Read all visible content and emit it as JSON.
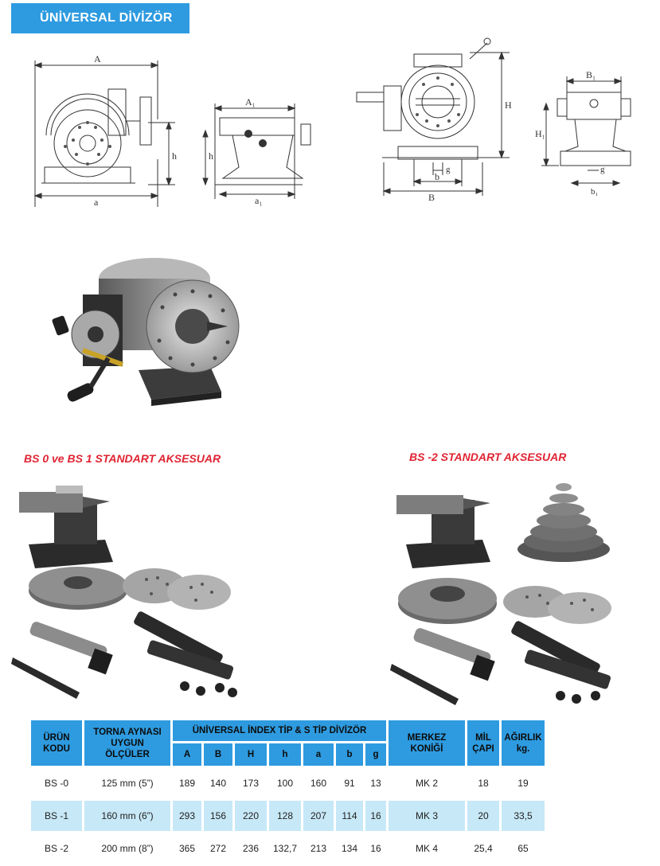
{
  "title": "ÜNİVERSAL DİVİZÖR",
  "dimension_labels": {
    "A": "A",
    "a": "a",
    "h": "h",
    "A1": "A₁",
    "a1": "a₁",
    "h_side": "h",
    "H": "H",
    "B": "B",
    "b": "b",
    "g": "g",
    "B1": "B₁",
    "H1": "H₁",
    "b1": "b₁",
    "g2": "g"
  },
  "sections": {
    "left_title": "BS 0 ve BS 1  STANDART AKSESUAR",
    "right_title": "BS -2  STANDART AKSESUAR"
  },
  "table": {
    "headers": {
      "product_code": [
        "ÜRÜN",
        "KODU"
      ],
      "chuck": [
        "TORNA AYNASI",
        "UYGUN",
        "ÖLÇÜLER"
      ],
      "group": "ÜNİVERSAL İNDEX TİP & S TİP DİVİZÖR",
      "dims": [
        "A",
        "B",
        "H",
        "h",
        "a",
        "b",
        "g"
      ],
      "center": [
        "MERKEZ",
        "KONİĞİ"
      ],
      "shaft": [
        "MİL",
        "ÇAPI"
      ],
      "weight": [
        "AĞIRLIK",
        "kg."
      ]
    },
    "rows": [
      {
        "code": "BS -0",
        "chuck": "125 mm (5”)",
        "A": "189",
        "B": "140",
        "H": "173",
        "h": "100",
        "a": "160",
        "b": "91",
        "g": "13",
        "center": "MK 2",
        "shaft": "18",
        "weight": "19"
      },
      {
        "code": "BS -1",
        "chuck": "160 mm (6”)",
        "A": "293",
        "B": "156",
        "H": "220",
        "h": "128",
        "a": "207",
        "b": "114",
        "g": "16",
        "center": "MK 3",
        "shaft": "20",
        "weight": "33,5"
      },
      {
        "code": "BS -2",
        "chuck": "200 mm (8”)",
        "A": "365",
        "B": "272",
        "H": "236",
        "h": "132,7",
        "a": "213",
        "b": "134",
        "g": "16",
        "center": "MK 4",
        "shaft": "25,4",
        "weight": "65"
      }
    ]
  }
}
